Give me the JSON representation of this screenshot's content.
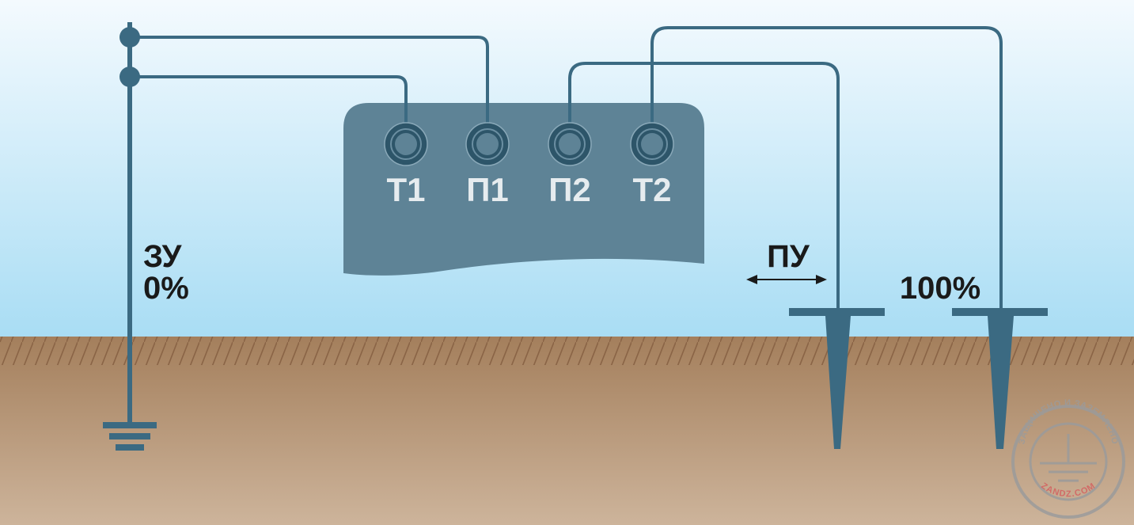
{
  "terminals": [
    {
      "id": "t1",
      "label": "Т1"
    },
    {
      "id": "p1",
      "label": "П1"
    },
    {
      "id": "p2",
      "label": "П2"
    },
    {
      "id": "t2",
      "label": "Т2"
    }
  ],
  "labels": {
    "zu_name": "ЗУ",
    "zu_percent": "0%",
    "pu_name": "ПУ",
    "far_percent": "100%"
  },
  "watermark": {
    "text_top": "ЗАЩИЩЕНО И ЗАЗЕМЛЕНО",
    "text_bottom": "ZANDZ.COM"
  },
  "colors": {
    "sky_top": "#f4fafe",
    "sky_bottom": "#a9ddf4",
    "ground_top": "#a47f5c",
    "ground_bottom": "#cdb49b",
    "wire": "#3b6a82",
    "device": "#5e8396",
    "terminal_label": "#e6ecef",
    "text_dark": "#1a1a1a",
    "watermark": "#9b9b9b",
    "watermark_accent": "#d46060"
  }
}
